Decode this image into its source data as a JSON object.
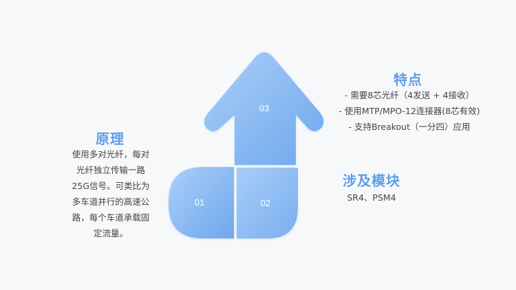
{
  "principle": {
    "title": "原理",
    "lines": [
      "使用多对光纤，每对",
      "光纤独立传输一路",
      "25G信号。可类比为",
      "多车道并行的高速公",
      "路，每个车道承载固",
      "定流量。"
    ]
  },
  "features": {
    "title": "特点",
    "items": [
      "- 需要8芯光纤（4发送 + 4接收）",
      "- 使用MTP/MPO-12连接器(8芯有效)",
      "- 支持Breakout（一分四）应用"
    ]
  },
  "modules": {
    "title": "涉及模块",
    "text": "SR4、PSM4"
  },
  "diagram": {
    "blocks": [
      {
        "label": "01"
      },
      {
        "label": "02"
      },
      {
        "label": "03"
      }
    ],
    "colors": {
      "light": "#a9cdf7",
      "dark": "#6fa8ef",
      "title": "#5b9ee8"
    }
  }
}
